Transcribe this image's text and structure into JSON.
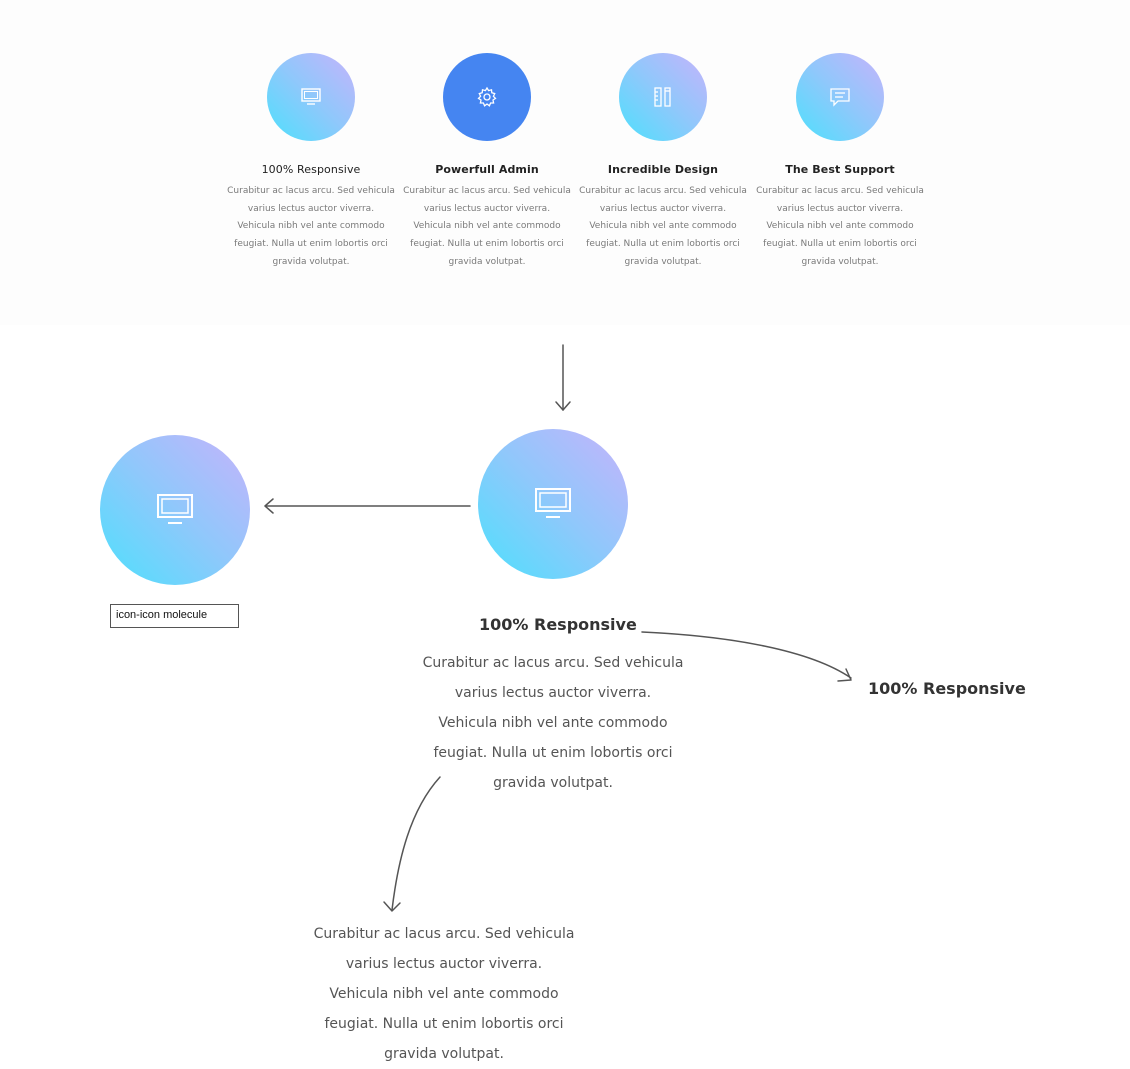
{
  "features": [
    {
      "title": "100% Responsive",
      "icon": "monitor-icon",
      "style": "gradient",
      "desc": [
        "Curabitur ac lacus arcu. Sed vehicula",
        "varius lectus auctor viverra.",
        "Vehicula nibh vel ante commodo",
        "feugiat. Nulla ut enim lobortis orci",
        "gravida volutpat."
      ]
    },
    {
      "title": "Powerfull Admin",
      "icon": "gear-icon",
      "style": "solid",
      "desc": [
        "Curabitur ac lacus arcu. Sed vehicula",
        "varius lectus auctor viverra.",
        "Vehicula nibh vel ante commodo",
        "feugiat. Nulla ut enim lobortis orci",
        "gravida volutpat."
      ]
    },
    {
      "title": "Incredible Design",
      "icon": "ruler-pencil-icon",
      "style": "gradient",
      "desc": [
        "Curabitur ac lacus arcu. Sed vehicula",
        "varius lectus auctor viverra.",
        "Vehicula nibh vel ante commodo",
        "feugiat. Nulla ut enim lobortis orci",
        "gravida volutpat."
      ]
    },
    {
      "title": "The Best Support",
      "icon": "chat-bubble-icon",
      "style": "gradient",
      "desc": [
        "Curabitur ac lacus arcu. Sed vehicula",
        "varius lectus auctor viverra.",
        "Vehicula nibh vel ante commodo",
        "feugiat. Nulla ut enim lobortis orci",
        "gravida volutpat."
      ]
    }
  ],
  "molecule_label": "icon-icon molecule",
  "breakdown": {
    "title": "100% Responsive",
    "title_extracted": "100% Responsive",
    "desc": [
      "Curabitur ac lacus arcu. Sed vehicula",
      "varius lectus auctor viverra.",
      "Vehicula nibh vel ante commodo",
      "feugiat. Nulla ut enim lobortis orci",
      "gravida volutpat."
    ],
    "desc_extracted": [
      "Curabitur ac lacus arcu. Sed vehicula",
      "varius lectus auctor viverra.",
      "Vehicula nibh vel ante commodo",
      "feugiat. Nulla ut enim lobortis orci",
      "gravida volutpat."
    ]
  },
  "colors": {
    "gradient_start": "#4de0fd",
    "gradient_end": "#c6b3fb",
    "solid": "#4585f1",
    "arrow": "#555555"
  }
}
